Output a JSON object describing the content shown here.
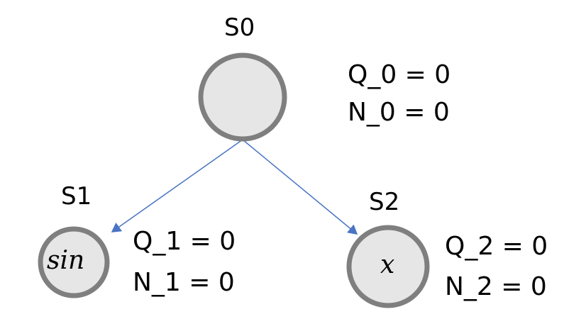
{
  "nodes": [
    {
      "id": "S0",
      "label": "S0",
      "content": "",
      "q": "Q_0 = 0",
      "n": "N_0 = 0"
    },
    {
      "id": "S1",
      "label": "S1",
      "content": "sin",
      "q": "Q_1 = 0",
      "n": "N_1 = 0"
    },
    {
      "id": "S2",
      "label": "S2",
      "content": "x",
      "q": "Q_2 = 0",
      "n": "N_2 = 0"
    }
  ],
  "edges": [
    {
      "from": "S0",
      "to": "S1"
    },
    {
      "from": "S0",
      "to": "S2"
    }
  ],
  "colors": {
    "node_fill": "#e6e6e6",
    "node_stroke": "#7f7f7f",
    "edge": "#4a74c4"
  }
}
